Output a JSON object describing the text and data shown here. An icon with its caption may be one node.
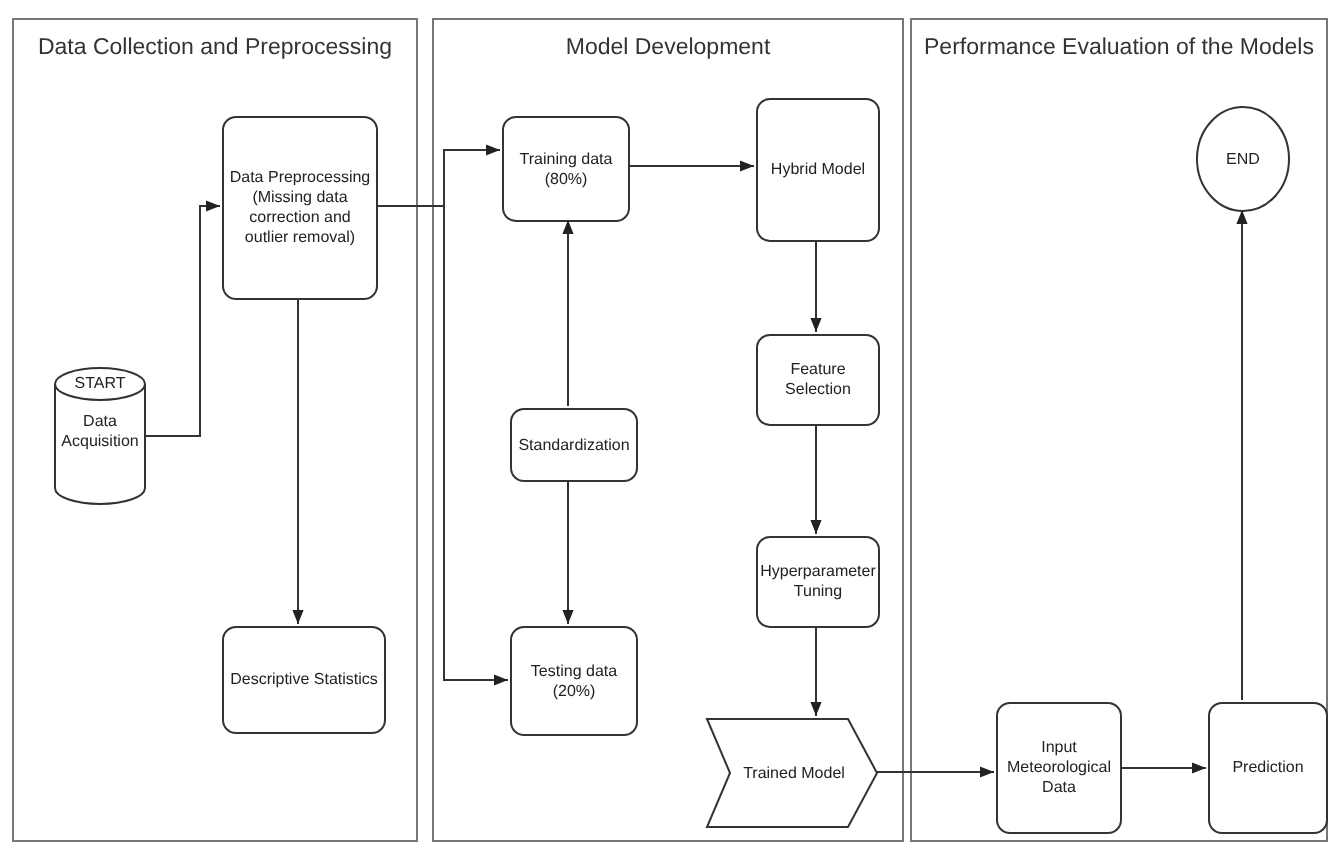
{
  "diagram": {
    "nodes": [
      {
        "text": [
          "Data Collection and Preprocessing"
        ]
      },
      {
        "text": [
          "Model Development"
        ]
      },
      {
        "text": [
          "Performance Evaluation of the Models"
        ]
      },
      {
        "text": [
          "START",
          "Data Acquisition"
        ],
        "in": 0
      },
      {
        "text": [
          "Data Preprocessing (Missing data correction and outlier removal)"
        ],
        "in": 0
      },
      {
        "text": [
          "Descriptive Statistics"
        ],
        "in": 0
      },
      {
        "text": [
          "Training data (80%)"
        ],
        "in": 1
      },
      {
        "text": [
          "Standardization"
        ],
        "in": 1
      },
      {
        "text": [
          "Testing data (20%)"
        ],
        "in": 1
      },
      {
        "text": [
          "Hybrid Model"
        ],
        "in": 1
      },
      {
        "text": [
          "Feature Selection"
        ],
        "in": 1
      },
      {
        "text": [
          "Hyperparameter Tuning"
        ],
        "in": 1
      },
      {
        "text": [
          "Trained Model"
        ],
        "in": 1
      },
      {
        "text": [
          "END"
        ],
        "in": 2
      },
      {
        "text": [
          "Input Meteorological Data"
        ],
        "in": 2
      },
      {
        "text": [
          "Prediction"
        ],
        "in": 2
      }
    ],
    "edges": [
      {
        "from": 3,
        "to": 4,
        "arrow": "to"
      },
      {
        "from": 4,
        "to": 6,
        "arrow": "to"
      },
      {
        "from": 4,
        "to": 8,
        "arrow": "to"
      },
      {
        "from": 4,
        "to": 5,
        "arrow": "to"
      },
      {
        "from": 7,
        "to": 6,
        "arrow": "to"
      },
      {
        "from": 7,
        "to": 8,
        "arrow": "to"
      },
      {
        "from": 6,
        "to": 9,
        "arrow": "to"
      },
      {
        "from": 9,
        "to": 10,
        "arrow": "to"
      },
      {
        "from": 10,
        "to": 11,
        "arrow": "to"
      },
      {
        "from": 11,
        "to": 12,
        "arrow": "to"
      },
      {
        "from": 12,
        "to": 14,
        "arrow": "to"
      },
      {
        "from": 14,
        "to": 15,
        "arrow": "to"
      },
      {
        "from": 15,
        "to": 13,
        "arrow": "to"
      }
    ]
  }
}
